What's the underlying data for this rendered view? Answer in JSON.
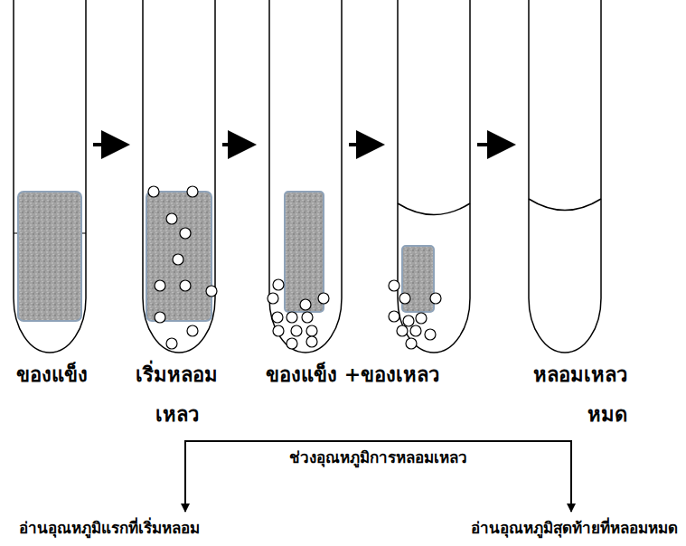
{
  "diagram": {
    "labels": [
      "ของแข็ง",
      "เริ่มหลอม เหลว",
      "ของแข็ง +ของเหลว",
      "หลอมเหลว หมด",
      "ช่วงอุณหภูมิการหลอมเหลว",
      "อ่านอุณหภูมิแรกที่เริ่มหลอม",
      "อ่านอุณหภูมิสุดท้ายที่หลอมหมด"
    ]
  }
}
